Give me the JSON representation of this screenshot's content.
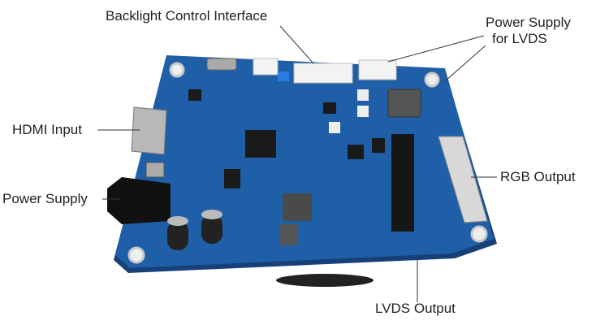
{
  "labels": {
    "backlight": "Backlight Control Interface",
    "power_lvds_line1": "Power Supply",
    "power_lvds_line2": "for LVDS",
    "hdmi": "HDMI Input",
    "power_supply": "Power Supply",
    "rgb": "RGB Output",
    "lvds": "LVDS Output"
  },
  "colors": {
    "board": "#1f5fa8",
    "board_edge": "#173f78",
    "leader_line": "#333333"
  }
}
